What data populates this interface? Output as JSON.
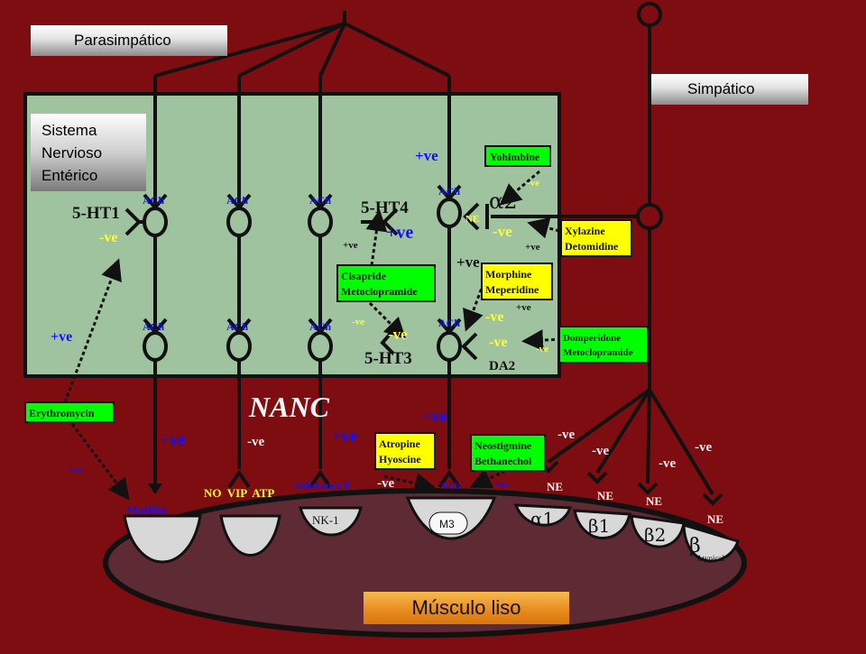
{
  "colors": {
    "background": "#7d0d10",
    "enteric_panel": "#9fc39f",
    "drug_box": "#00ff00",
    "drug_box_yellow": "#ffff00",
    "muscle": "#5e2a33",
    "label_blue": "#1010ff",
    "orange_label": "#ee9022"
  },
  "labels": {
    "parasympathetic": "Parasimpático",
    "sympathetic": "Simpático",
    "enteric_system": [
      "Sistema",
      "Nervioso",
      "Entérico"
    ],
    "smooth_muscle": "Músculo liso",
    "nanc": "NANC"
  },
  "diagram": {
    "ach": "ACh",
    "ne": "NE",
    "receptors": {
      "ht1": "5-HT1",
      "ht4": "5-HT4",
      "ht3": "5-HT3",
      "alpha2": "α2",
      "da2": "DA2"
    },
    "signs": {
      "pos": "+ve",
      "neg": "-ve"
    },
    "drugs": {
      "yohimbine": "Yohimbine",
      "xylazine": [
        "Xylazine",
        "Detomidine"
      ],
      "cisapride": [
        "Cisapride",
        "Metoclopramide"
      ],
      "morphine": [
        "Morphine",
        "Meperidine"
      ],
      "domperidone": [
        "Domperidone",
        "Metoclopramide"
      ],
      "erythromycin": "Erythromycin",
      "atropine": [
        "Atropine",
        "Hyoscine"
      ],
      "neostigmine": [
        "Neostigmine",
        "Bethanechol"
      ]
    },
    "transmitters": {
      "no_vip_atp": "NO  VIP  ATP",
      "substance_p": "Substance P",
      "motilin": "Motilin",
      "ach_muscle": "ACh"
    },
    "muscle_receptors": {
      "nk1": "NK-1",
      "m3": "M3",
      "a1": "α1",
      "b1": "β1",
      "b2": "β2",
      "b_atypical": "β",
      "b_atypical_sub": "Atypical"
    }
  }
}
